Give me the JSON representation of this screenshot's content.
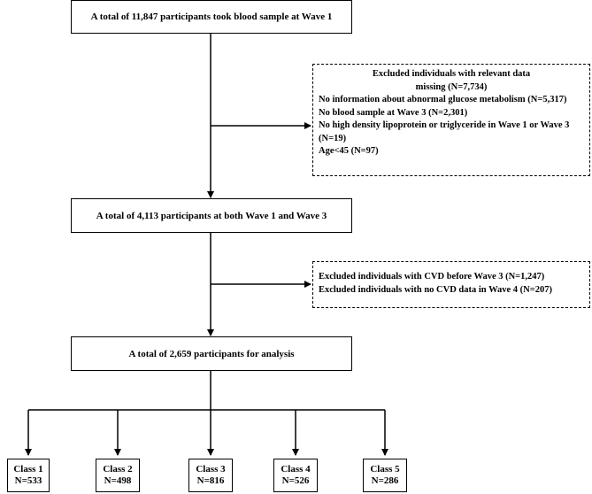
{
  "boxes": {
    "wave1": "A total of 11,847 participants took blood sample at Wave 1",
    "wave3": "A total of 4,113 participants at both Wave 1 and Wave 3",
    "analysis": "A total of 2,659 participants for analysis"
  },
  "exclusion1": {
    "heading": "Excluded individuals with relevant data missing (N=7,734)",
    "items": [
      "No information about abnormal glucose metabolism (N=5,317)",
      "No blood sample at Wave 3 (N=2,301)",
      "No high density lipoprotein or triglyceride in Wave 1 or Wave 3 (N=19)",
      "Age<45 (N=97)"
    ]
  },
  "exclusion2": {
    "items": [
      "Excluded individuals with CVD before Wave 3 (N=1,247)",
      "Excluded individuals with no CVD data in Wave 4 (N=207)"
    ]
  },
  "classes": [
    {
      "label": "Class 1",
      "count": "N=533"
    },
    {
      "label": "Class 2",
      "count": "N=498"
    },
    {
      "label": "Class 3",
      "count": "N=816"
    },
    {
      "label": "Class 4",
      "count": "N=526"
    },
    {
      "label": "Class 5",
      "count": "N=286"
    }
  ]
}
